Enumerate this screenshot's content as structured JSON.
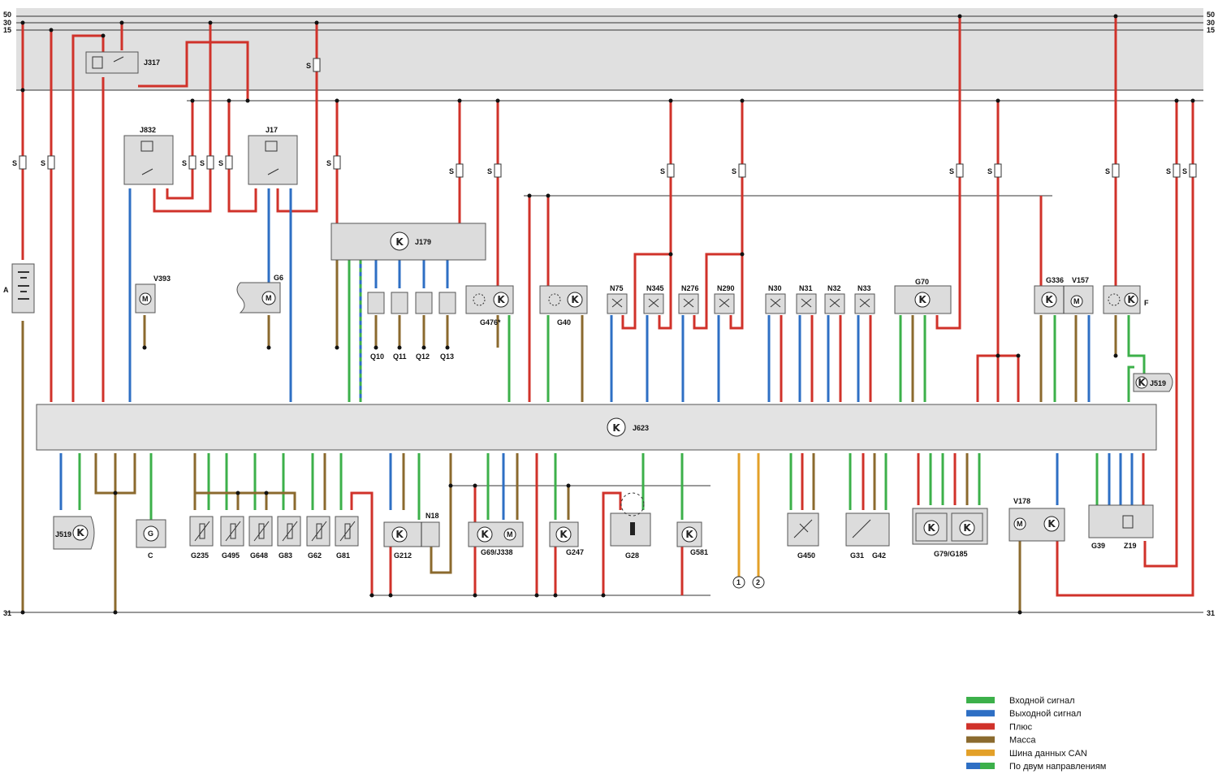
{
  "rails": {
    "r50": "50",
    "r30": "30",
    "r15": "15",
    "r31": "31"
  },
  "fuse_label": "S",
  "components": {
    "J317": "J317",
    "J832": "J832",
    "J17": "J17",
    "J179": "J179",
    "J623": "J623",
    "A": "A",
    "V393": "V393",
    "G6": "G6",
    "Q10": "Q10",
    "Q11": "Q11",
    "Q12": "Q12",
    "Q13": "Q13",
    "G476": "G476*",
    "G40": "G40",
    "N75": "N75",
    "N345": "N345",
    "N276": "N276",
    "N290": "N290",
    "N30": "N30",
    "N31": "N31",
    "N32": "N32",
    "N33": "N33",
    "G70": "G70",
    "G336": "G336",
    "V157": "V157",
    "F": "F",
    "J519_top": "J519",
    "J519_bottom": "J519",
    "C": "C",
    "G235": "G235",
    "G495": "G495",
    "G648": "G648",
    "G83": "G83",
    "G62": "G62",
    "G81": "G81",
    "G212": "G212",
    "N18": "N18",
    "G69J338": "G69/J338",
    "G247": "G247",
    "G28": "G28",
    "G581": "G581",
    "G450": "G450",
    "G31": "G31",
    "G42": "G42",
    "G79G185": "G79/G185",
    "V178": "V178",
    "G39": "G39",
    "Z19": "Z19",
    "term1": "1",
    "term2": "2",
    "K": "K",
    "M": "M",
    "G": "G"
  },
  "colors": {
    "input": "#3cb04a",
    "output": "#2e6fc4",
    "plus": "#d0322a",
    "ground": "#8b6a2e",
    "can": "#e3a028",
    "bidir_a": "#2e6fc4",
    "bidir_b": "#3cb04a",
    "panel": "#e0e0e0"
  },
  "legend": [
    {
      "label": "Входной сигнал",
      "color": "#3cb04a"
    },
    {
      "label": "Выходной сигнал",
      "color": "#2e6fc4"
    },
    {
      "label": "Плюс",
      "color": "#d0322a"
    },
    {
      "label": "Масса",
      "color": "#8b6a2e"
    },
    {
      "label": "Шина данных CAN",
      "color": "#e3a028"
    },
    {
      "label": "По двум направлениям",
      "color": "#2e6fc4",
      "color2": "#3cb04a"
    }
  ]
}
